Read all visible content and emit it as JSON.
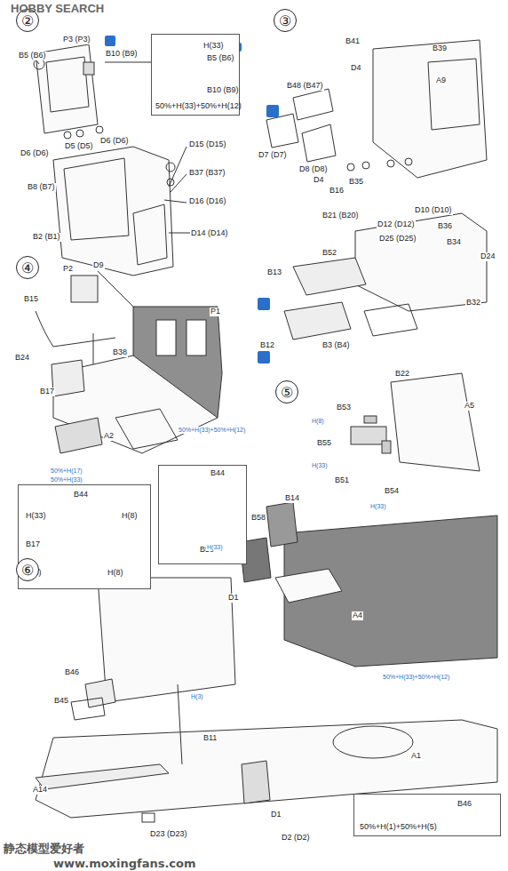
{
  "diagram": {
    "nodes": [
      {
        "text": [
          "②"
        ]
      },
      {
        "text": [
          "B5 (B6)",
          "H(33)",
          "B10 (B9)",
          "50%+H(33)+50%+H(12)"
        ]
      },
      {
        "text": [
          "③"
        ]
      },
      {
        "text": [
          "④"
        ]
      },
      {
        "text": [
          "B44",
          "H(33)",
          "H(8)",
          "B17",
          "H(3)",
          "H(8)"
        ]
      },
      {
        "text": [
          "B44",
          "B50"
        ]
      },
      {
        "text": [
          "⑤"
        ]
      },
      {
        "text": [
          "⑥"
        ]
      },
      {
        "text": [
          "B46",
          "50%+H(1)+50%+H(5)"
        ]
      }
    ],
    "labels": [
      "HOBBY SEARCH",
      "P3 (P3)",
      "B5 (B6)",
      "B10 (B9)",
      "D6 (D6)",
      "D5 (D5)",
      "D6 (D6)",
      "B8 (B7)",
      "D15 (D15)",
      "B37 (B37)",
      "D16 (D16)",
      "B2 (B1)",
      "D14 (D14)",
      "B41",
      "B39",
      "D4",
      "A9",
      "B48 (B47)",
      "D7 (D7)",
      "D8 (D8)",
      "D4",
      "B16",
      "B35",
      "B21 (B20)",
      "D12 (D12)",
      "D10 (D10)",
      "B36",
      "B34",
      "D24",
      "B52",
      "D25 (D25)",
      "B13",
      "B32",
      "B3 (B4)",
      "B12",
      "P2",
      "D9",
      "B15",
      "P1",
      "B38",
      "B24",
      "B17",
      "A2",
      "50%+H(33)+50%+H(12)",
      "50%+H(17)",
      "50%+H(33)",
      "B22",
      "B53",
      "A5",
      "H(8)",
      "B55",
      "H(33)",
      "B51",
      "B54",
      "H(33)",
      "B14",
      "B58",
      "H(33)",
      "D1",
      "A4",
      "50%+H(33)+50%+H(12)",
      "B46",
      "B45",
      "H(3)",
      "B11",
      "A1",
      "A14",
      "D23 (D23)",
      "D1",
      "D2 (D2)",
      "静态模型爱好者",
      "www.moxingfans.com"
    ]
  }
}
